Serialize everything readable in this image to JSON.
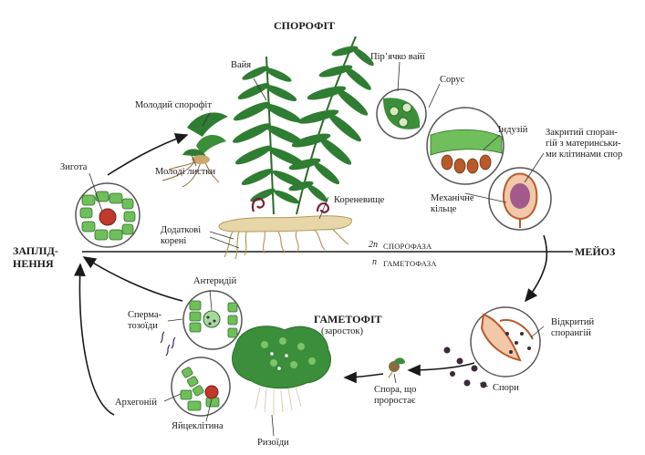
{
  "title_sporophyte": "СПОРОФІТ",
  "title_gametophyte": "ГАМЕТОФІТ",
  "gametophyte_sub": "(заросток)",
  "fertilization_line1": "ЗАПЛІД-",
  "fertilization_line2": "НЕННЯ",
  "meiosis": "МЕЙОЗ",
  "phase_2n_symbol": "2n",
  "phase_2n_label": "СПОРОФАЗА",
  "phase_n_symbol": "n",
  "phase_n_label": "ГАМЕТОФАЗА",
  "labels": {
    "frond": "Вайя",
    "young_sporophyte": "Молодий спорофіт",
    "zygote": "Зигота",
    "young_leaves": "Молоді листки",
    "rhizome": "Кореневище",
    "adv_roots_1": "Додаткові",
    "adv_roots_2": "корені",
    "pinna": "Пір’ячко вайї",
    "sorus": "Сорус",
    "indusium": "Індузій",
    "closed_sporangium_1": "Закритий споран-",
    "closed_sporangium_2": "гій з материнськи-",
    "closed_sporangium_3": "ми клітинами спор",
    "annulus_1": "Механічне",
    "annulus_2": "кільце",
    "open_sporangium_1": "Відкритий",
    "open_sporangium_2": "спорангій",
    "spores": "Спори",
    "germinating_1": "Спора, що",
    "germinating_2": "проростає",
    "antheridium": "Антеридій",
    "sperm_1": "Сперма-",
    "sperm_2": "тозоїди",
    "archegonium": "Архегоній",
    "egg": "Яйцеклітина",
    "rhizoids": "Ризоїди"
  },
  "colors": {
    "frond_green": "#2f7d32",
    "light_green": "#7cc46a",
    "rhizome": "#e6d6a8",
    "sporangium": "#b85a2a",
    "egg_red": "#c0392b",
    "arrow": "#1a1a1a"
  }
}
